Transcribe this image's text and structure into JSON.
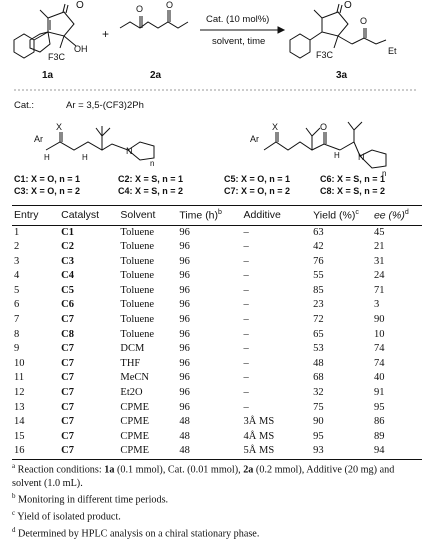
{
  "scheme": {
    "cat_label": "Cat. (10 mol%)",
    "conditions": "solvent, time",
    "plus": "+",
    "compound_1a": "1a",
    "compound_2a": "2a",
    "compound_3a": "3a",
    "oh": "OH",
    "f3c_left": "F3C",
    "f3c_product": "F3C",
    "et": "Et",
    "o": "O"
  },
  "catalysts": {
    "cat_label": "Cat.:",
    "ar_def": "Ar = 3,5-(CF3)2Ph",
    "x": "X",
    "n": "n",
    "ar": "Ar",
    "h": "H",
    "n_atom": "N",
    "lines_left": [
      {
        "a": "C1: X = O, n = 1",
        "b": "C2: X = S, n = 1"
      },
      {
        "a": "C3: X = O, n = 2",
        "b": "C4: X = S, n = 2"
      }
    ],
    "lines_right": [
      {
        "a": "C5: X = O, n = 1",
        "b": "C6: X = S, n = 1"
      },
      {
        "a": "C7: X = O, n = 2",
        "b": "C8: X = S, n = 2"
      }
    ]
  },
  "table": {
    "headers": {
      "entry": "Entry",
      "catalyst": "Catalyst",
      "solvent": "Solvent",
      "time": "Time (h)",
      "time_sup": "b",
      "additive": "Additive",
      "yield": "Yield (%)",
      "yield_sup": "c",
      "ee": "ee (%)",
      "ee_sup": "d"
    },
    "rows": [
      {
        "entry": "1",
        "catalyst": "C1",
        "solvent": "Toluene",
        "time": "96",
        "additive": "–",
        "yield": "63",
        "ee": "45"
      },
      {
        "entry": "2",
        "catalyst": "C2",
        "solvent": "Toluene",
        "time": "96",
        "additive": "–",
        "yield": "42",
        "ee": "21"
      },
      {
        "entry": "3",
        "catalyst": "C3",
        "solvent": "Toluene",
        "time": "96",
        "additive": "–",
        "yield": "76",
        "ee": "31"
      },
      {
        "entry": "4",
        "catalyst": "C4",
        "solvent": "Toluene",
        "time": "96",
        "additive": "–",
        "yield": "55",
        "ee": "24"
      },
      {
        "entry": "5",
        "catalyst": "C5",
        "solvent": "Toluene",
        "time": "96",
        "additive": "–",
        "yield": "85",
        "ee": "71"
      },
      {
        "entry": "6",
        "catalyst": "C6",
        "solvent": "Toluene",
        "time": "96",
        "additive": "–",
        "yield": "23",
        "ee": "3"
      },
      {
        "entry": "7",
        "catalyst": "C7",
        "solvent": "Toluene",
        "time": "96",
        "additive": "–",
        "yield": "72",
        "ee": "90"
      },
      {
        "entry": "8",
        "catalyst": "C8",
        "solvent": "Toluene",
        "time": "96",
        "additive": "–",
        "yield": "65",
        "ee": "10"
      },
      {
        "entry": "9",
        "catalyst": "C7",
        "solvent": "DCM",
        "time": "96",
        "additive": "–",
        "yield": "53",
        "ee": "74"
      },
      {
        "entry": "10",
        "catalyst": "C7",
        "solvent": "THF",
        "time": "96",
        "additive": "–",
        "yield": "48",
        "ee": "74"
      },
      {
        "entry": "11",
        "catalyst": "C7",
        "solvent": "MeCN",
        "time": "96",
        "additive": "–",
        "yield": "68",
        "ee": "40"
      },
      {
        "entry": "12",
        "catalyst": "C7",
        "solvent": "Et2O",
        "time": "96",
        "additive": "–",
        "yield": "32",
        "ee": "91"
      },
      {
        "entry": "13",
        "catalyst": "C7",
        "solvent": "CPME",
        "time": "96",
        "additive": "–",
        "yield": "75",
        "ee": "95"
      },
      {
        "entry": "14",
        "catalyst": "C7",
        "solvent": "CPME",
        "time": "48",
        "additive": "3Å MS",
        "yield": "90",
        "ee": "86"
      },
      {
        "entry": "15",
        "catalyst": "C7",
        "solvent": "CPME",
        "time": "48",
        "additive": "4Å MS",
        "yield": "95",
        "ee": "89"
      },
      {
        "entry": "16",
        "catalyst": "C7",
        "solvent": "CPME",
        "time": "48",
        "additive": "5Å MS",
        "yield": "93",
        "ee": "94"
      }
    ]
  },
  "footnotes": {
    "a": {
      "mark": "a",
      "text_1": " Reaction conditions: ",
      "b1": "1a",
      "text_2": " (0.1 mmol), Cat. (0.01 mmol), ",
      "b2": "2a",
      "text_3": " (0.2 mmol), Additive (20 mg) and solvent (1.0 mL)."
    },
    "b": {
      "mark": "b",
      "text": " Monitoring in different time periods."
    },
    "c": {
      "mark": "c",
      "text": " Yield of isolated product."
    },
    "d": {
      "mark": "d",
      "text": " Determined by HPLC analysis on a chiral stationary phase."
    }
  }
}
